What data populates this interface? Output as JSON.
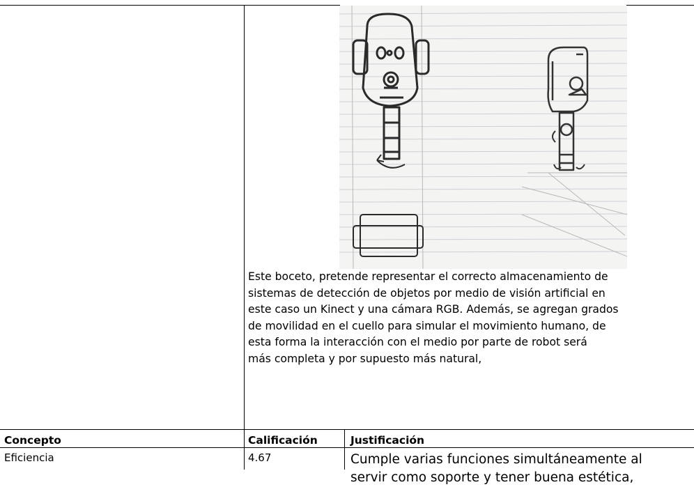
{
  "description": {
    "lines": [
      "Este boceto, pretende representar el correcto almacenamiento de",
      "sistemas de detección de objetos por medio de visión artificial en",
      "este caso un Kinect y una cámara RGB. Además, se agregan grados",
      "de movilidad en el cuello para simular el movimiento humano, de",
      "esta forma la interacción con el medio por parte de robot será",
      "más completa y por supuesto más natural,"
    ]
  },
  "table": {
    "headers": {
      "concepto": "Concepto",
      "calificacion": "Calificación",
      "justificacion": "Justificación"
    },
    "rows": [
      {
        "concepto": "Eficiencia",
        "calificacion": "4.67",
        "justificacion_lines": [
          "Cumple varias funciones simultáneamente al",
          "servir como soporte y tener buena estética,"
        ]
      }
    ]
  }
}
